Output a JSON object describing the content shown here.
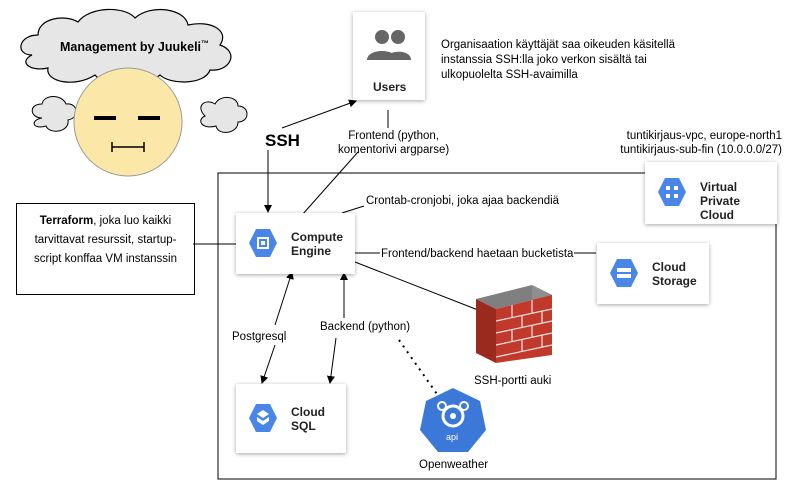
{
  "cloud_title": "Management by Juukeli",
  "cloud_title_tm": "™",
  "users": {
    "label": "Users",
    "description_lines": [
      "Organisaation käyttäjät saa oikeuden käsitellä",
      "instanssia SSH:lla joko verkon sisältä tai",
      "ulkopuolelta SSH-avaimilla"
    ]
  },
  "ssh_label": "SSH",
  "frontend_label_lines": [
    "Frontend (python,",
    "komentorivi argparse)"
  ],
  "vpc_info_lines": [
    "tuntikirjaus-vpc, europe-north1",
    "tuntikirjaus-sub-fin (10.0.0.0/27)"
  ],
  "vpc": {
    "label_lines": [
      "Virtual",
      "Private Cloud"
    ]
  },
  "terraform": {
    "bold": "Terraform",
    "rest_line1": ", joka luo kaikki",
    "line2": "tarvittavat resurssit, startup-",
    "line3": "script konffaa VM instanssin"
  },
  "cron_label": "Crontab-cronjobi, joka ajaa backendiä",
  "compute": {
    "label_lines": [
      "Compute",
      "Engine"
    ]
  },
  "bucket_label": "Frontend/backend haetaan bucketista",
  "storage": {
    "label_lines": [
      "Cloud",
      "Storage"
    ]
  },
  "postgresql_label": "Postgresql",
  "backend_label": "Backend (python)",
  "firewall_label": "SSH-portti auki",
  "sql": {
    "label_lines": [
      "Cloud",
      "SQL"
    ]
  },
  "api": {
    "icon_text": "api",
    "label": "Openweather"
  },
  "colors": {
    "gcp_blue": "#4a86e8",
    "face": "#fbe7a8",
    "cloud": "#e6e6e6",
    "brick": "#c0392b"
  }
}
